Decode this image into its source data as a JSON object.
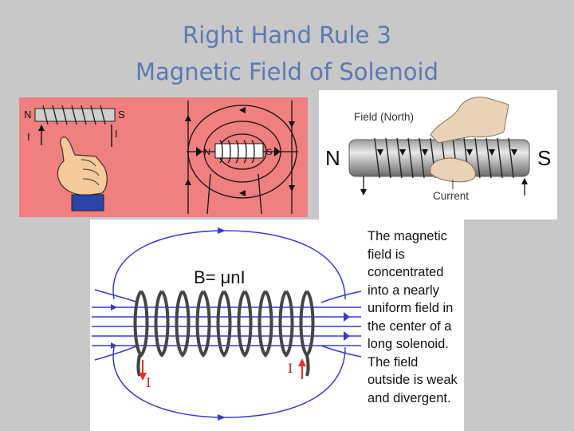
{
  "slide": {
    "title_line1": "Right Hand Rule 3",
    "title_line2": "Magnetic Field of Solenoid"
  },
  "panel_left": {
    "label_n": "N",
    "label_s": "S",
    "label_i_left": "I",
    "label_i_right": "I",
    "center_n": "N",
    "center_s": "S"
  },
  "panel_right": {
    "field_label": "Field (North)",
    "current_label": "Current",
    "pole_n": "N",
    "pole_s": "S"
  },
  "panel_bottom": {
    "formula": "B= μnI",
    "current_left": "I",
    "current_right": "I",
    "description": "The magnetic field is concentrated into a nearly uniform field in the center of a long solenoid. The field outside is weak and divergent."
  },
  "colors": {
    "title": "#5b79b5",
    "slide_bg": "#c8c8c8",
    "left_panel_bg": "#f07f7f",
    "field_lines": "#3a3ad0",
    "current_arrow": "#e03030"
  }
}
